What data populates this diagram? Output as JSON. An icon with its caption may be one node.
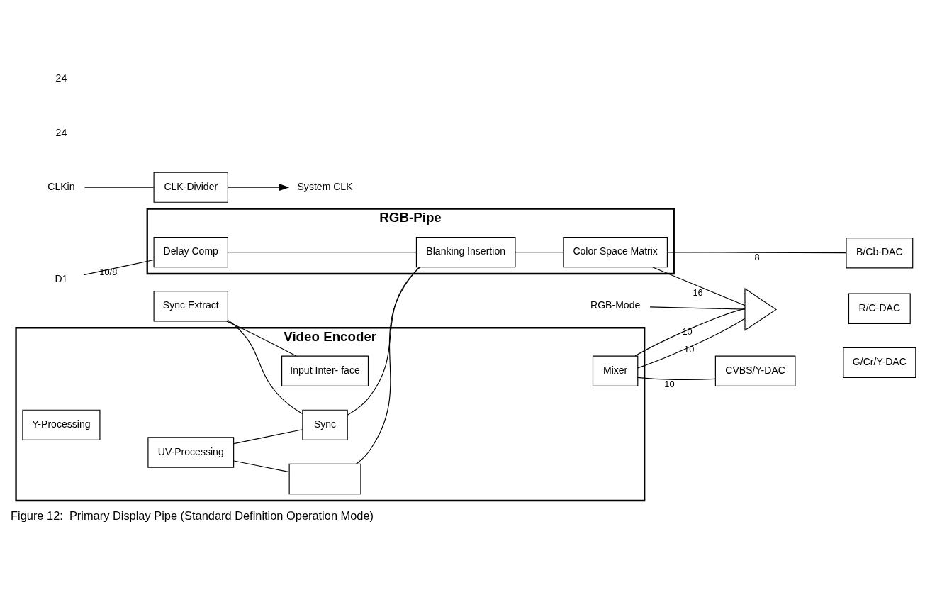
{
  "diagram": {
    "caption": "Figure 12:  Primary Display Pipe (Standard Definition Operation Mode)",
    "nodes": [
      {
        "text": [
          "Video Encoder"
        ]
      },
      {
        "text": [
          "Input Inter- face"
        ],
        "in": 0
      },
      {
        "text": [
          "Y-Processing"
        ],
        "in": 0
      },
      {
        "text": [
          "UV-Processing"
        ],
        "in": 0
      },
      {
        "text": [
          "Mixer"
        ],
        "in": 0
      },
      {
        "text": [
          "Sync"
        ],
        "in": 0
      },
      {
        "text": [],
        "shape": "box",
        "in": 0
      },
      {
        "text": [
          "RGB-Pipe"
        ]
      },
      {
        "text": [
          "Delay Comp"
        ],
        "in": 7
      },
      {
        "text": [
          "Blanking Insertion"
        ],
        "in": 7
      },
      {
        "text": [
          "Color Space Matrix"
        ],
        "in": 7
      },
      {
        "text": [
          "CVBS/Y-DAC"
        ]
      },
      {
        "text": [],
        "shape": "triangle"
      },
      {
        "text": [
          "R/C-DAC"
        ]
      },
      {
        "text": [
          "G/Cr/Y-DAC"
        ]
      },
      {
        "text": [
          "B/Cb-DAC"
        ]
      },
      {
        "text": [
          "D1"
        ]
      },
      {
        "text": [
          "Sync Extract"
        ]
      },
      {
        "text": [
          "RGB-Mode"
        ]
      },
      {
        "text": [
          "CLKin"
        ]
      },
      {
        "text": [
          "CLK-Divider"
        ]
      },
      {
        "text": [
          "System CLK"
        ]
      }
    ],
    "edges": [
      {
        "from": 4,
        "to": 11,
        "arrow": "none",
        "label": "10"
      },
      {
        "from": 17,
        "to": 1,
        "arrow": "none"
      },
      {
        "from": 4,
        "to": 12,
        "arrow": "none",
        "label": "10"
      },
      {
        "from": 4,
        "to": 12,
        "arrow": "none",
        "label": "10"
      },
      {
        "from": 3,
        "to": 5,
        "arrow": "none"
      },
      {
        "from": 3,
        "to": 6,
        "arrow": "none"
      },
      {
        "from": 16,
        "to": 8,
        "arrow": "none",
        "label": "10/8"
      },
      {
        "from": 17,
        "to": 5,
        "arrow": "none"
      },
      {
        "from": 18,
        "to": 12,
        "arrow": "none"
      },
      {
        "from": 5,
        "to": 9,
        "arrow": "none"
      },
      {
        "from": 6,
        "to": 9,
        "arrow": "none"
      },
      {
        "from": 8,
        "to": 9,
        "arrow": "none"
      },
      {
        "from": 9,
        "to": 10,
        "arrow": "none"
      },
      {
        "from": 10,
        "to": 12,
        "arrow": "none",
        "label": "16"
      },
      {
        "from": 10,
        "to": 15,
        "arrow": "none",
        "label": "8"
      },
      {
        "from": 19,
        "to": 20,
        "arrow": "none"
      },
      {
        "from": 20,
        "to": 21,
        "arrow": "to"
      }
    ],
    "labels": [
      "24",
      "24"
    ]
  }
}
